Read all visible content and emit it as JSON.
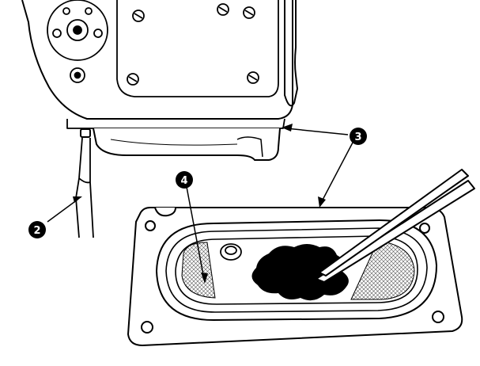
{
  "callouts": [
    {
      "id": "2",
      "label": "2"
    },
    {
      "id": "3",
      "label": "3"
    },
    {
      "id": "4",
      "label": "4"
    }
  ],
  "colors": {
    "ink": "#000000",
    "paper": "#ffffff",
    "screen_hatch": "#555555"
  },
  "icons": {
    "screwdriver": "screwdriver-icon",
    "tweezers": "tweezers-icon"
  }
}
